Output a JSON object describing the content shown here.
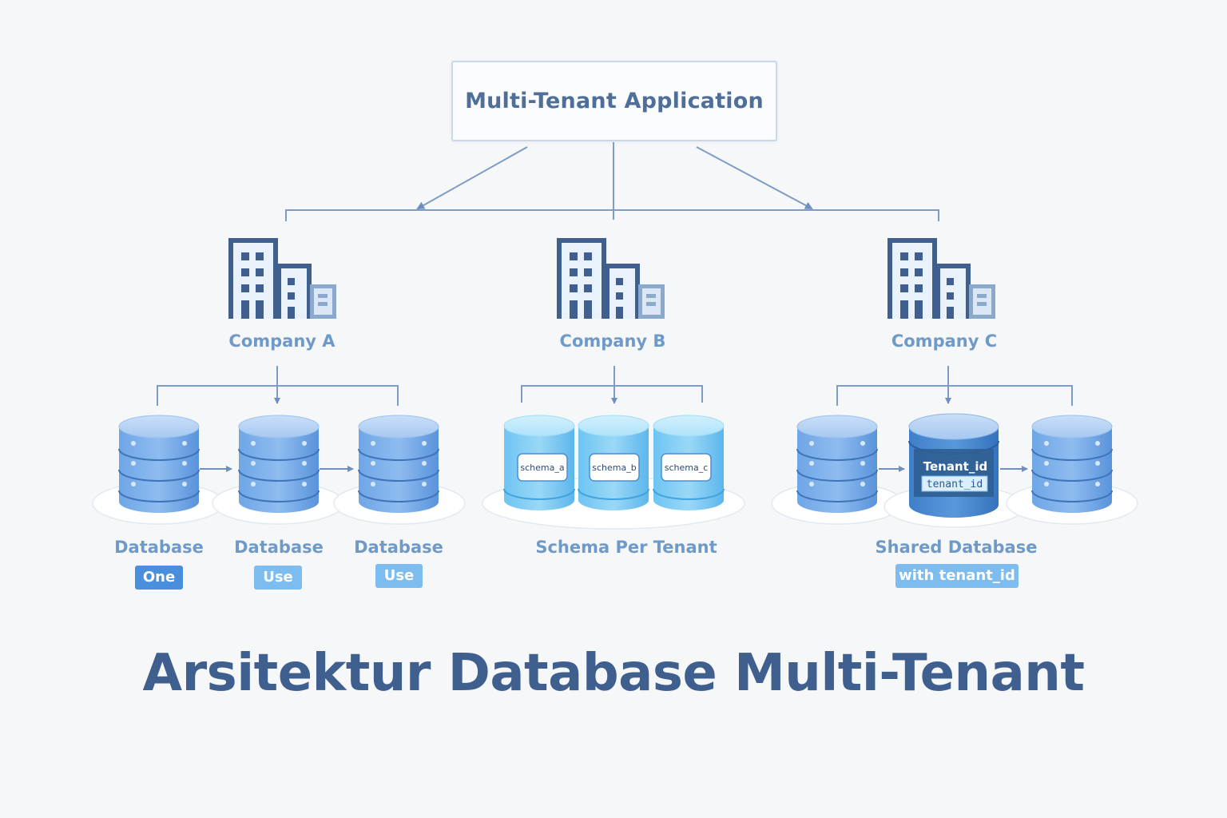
{
  "root": {
    "title": "Multi-Tenant Application"
  },
  "companies": [
    {
      "name": "Company A"
    },
    {
      "name": "Company B"
    },
    {
      "name": "Company C"
    }
  ],
  "database_per_tenant": {
    "labels": [
      "Database",
      "Database",
      "Database"
    ],
    "badges": [
      "One",
      "Use",
      "Use"
    ]
  },
  "schema_per_tenant": {
    "schemas": [
      "schema_a",
      "schema_b",
      "schema_c"
    ],
    "label": "Schema Per Tenant"
  },
  "shared_database": {
    "center_title": "Tenant_id",
    "center_subtitle": "tenant_id",
    "label": "Shared Database",
    "badge": "with tenant_id"
  },
  "page_title": "Arsitektur Database Multi-Tenant",
  "colors": {
    "line": "#6f8fbf",
    "building": "#3f5f8e",
    "db_blue": "#5b9ae0",
    "schema_cyan": "#62bff0",
    "tenant_dark": "#2f6bb0"
  }
}
